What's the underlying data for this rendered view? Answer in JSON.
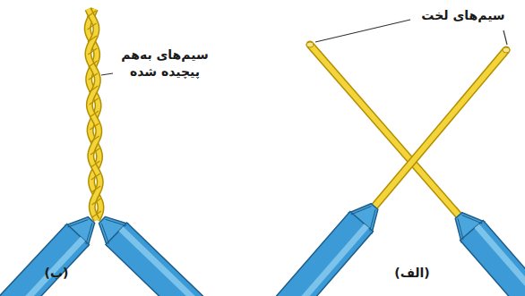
{
  "diagram": {
    "labels": [
      "سیم‌های لخت",
      "(الف)",
      "سیم‌های به‌هم پیچیده شده",
      "(ب)"
    ]
  }
}
